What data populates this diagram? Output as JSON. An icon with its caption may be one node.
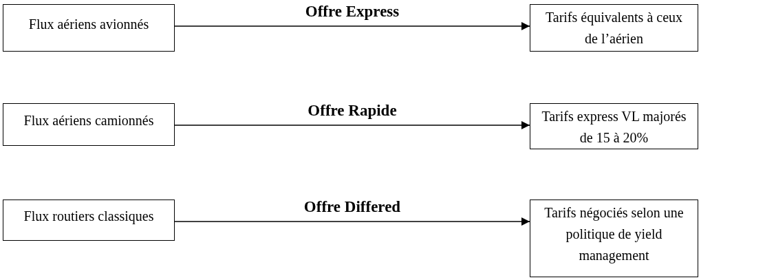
{
  "diagram": {
    "nodes": [
      {
        "text": [
          "Flux aériens avionnés"
        ]
      },
      {
        "text": [
          "Tarifs équivalents à ceux de l’aérien"
        ]
      },
      {
        "text": [
          "Flux aériens camionnés"
        ]
      },
      {
        "text": [
          "Tarifs express VL majorés de 15 à 20%"
        ]
      },
      {
        "text": [
          "Flux routiers classiques"
        ]
      },
      {
        "text": [
          "Tarifs négociés selon une politique de yield management"
        ]
      }
    ],
    "edges": [
      {
        "from": 0,
        "to": 1,
        "arrow": "to",
        "label": "Offre Express"
      },
      {
        "from": 2,
        "to": 3,
        "arrow": "to",
        "label": "Offre Rapide"
      },
      {
        "from": 4,
        "to": 5,
        "arrow": "to",
        "label": "Offre Differed"
      }
    ]
  }
}
